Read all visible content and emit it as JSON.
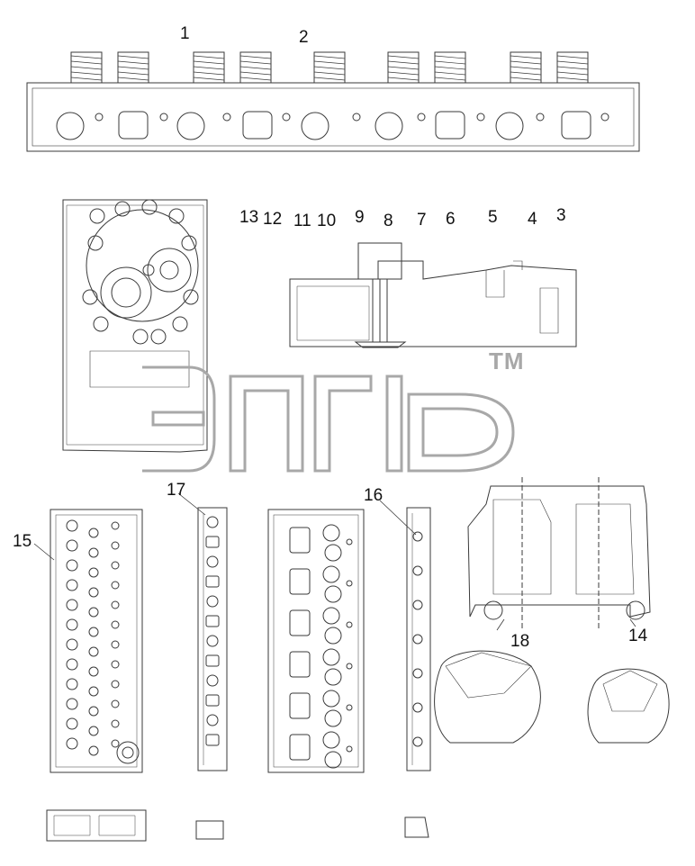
{
  "diagram": {
    "callouts": [
      {
        "id": "c1",
        "text": "1"
      },
      {
        "id": "c2",
        "text": "2"
      },
      {
        "id": "c3",
        "text": "3"
      },
      {
        "id": "c4",
        "text": "4"
      },
      {
        "id": "c5",
        "text": "5"
      },
      {
        "id": "c6",
        "text": "6"
      },
      {
        "id": "c7",
        "text": "7"
      },
      {
        "id": "c8",
        "text": "8"
      },
      {
        "id": "c9",
        "text": "9"
      },
      {
        "id": "c10",
        "text": "10"
      },
      {
        "id": "c11",
        "text": "11"
      },
      {
        "id": "c12",
        "text": "12"
      },
      {
        "id": "c13",
        "text": "13"
      },
      {
        "id": "c14",
        "text": "14"
      },
      {
        "id": "c15",
        "text": "15"
      },
      {
        "id": "c16",
        "text": "16"
      },
      {
        "id": "c17",
        "text": "17"
      },
      {
        "id": "c18",
        "text": "18"
      }
    ],
    "watermark": {
      "trademark": "TM"
    },
    "colors": {
      "line": "#3a3a3a",
      "watermark": "#a8a8a8",
      "background": "#ffffff"
    }
  }
}
